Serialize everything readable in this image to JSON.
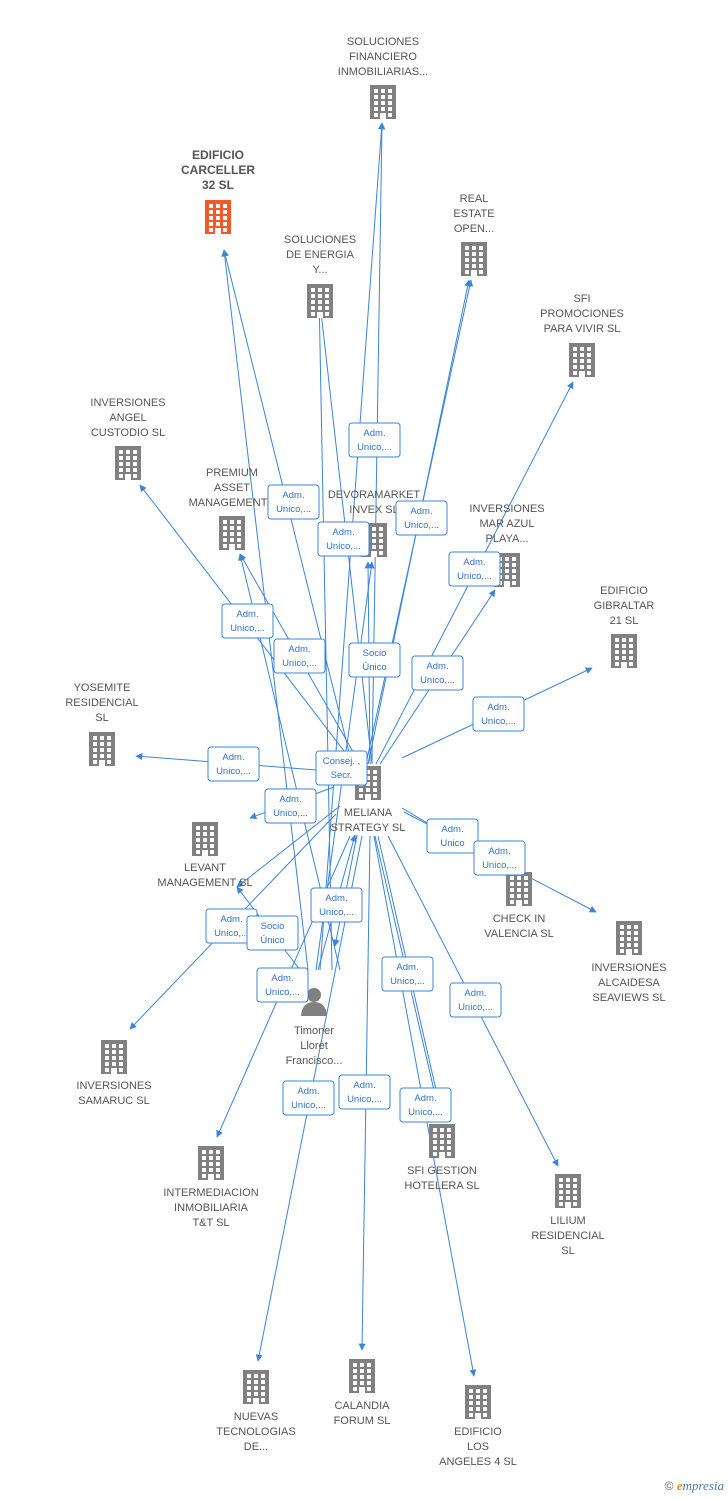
{
  "colors": {
    "edge": "#3b84d8",
    "role_border": "#3b84d8",
    "role_text": "#2f73c9",
    "building": "#808080",
    "building_highlight": "#f2592a",
    "label": "#555555"
  },
  "nodes": [
    {
      "id": "soluciones-financiero",
      "icon": "building-icon",
      "lines": [
        "SOLUCIONES",
        "FINANCIERO",
        "INMOBILIARIAS..."
      ]
    },
    {
      "id": "edificio-carceller",
      "icon": "building-icon",
      "highlight": true,
      "lines": [
        "EDIFICIO",
        "CARCELLER",
        "32  SL"
      ]
    },
    {
      "id": "real-estate-open",
      "icon": "building-icon",
      "lines": [
        "REAL",
        "ESTATE",
        "OPEN..."
      ]
    },
    {
      "id": "soluciones-energia",
      "icon": "building-icon",
      "lines": [
        "SOLUCIONES",
        "DE ENERGIA",
        "Y..."
      ]
    },
    {
      "id": "sfi-promociones",
      "icon": "building-icon",
      "lines": [
        "SFI",
        "PROMOCIONES",
        "PARA VIVIR  SL"
      ]
    },
    {
      "id": "inversiones-angel",
      "icon": "building-icon",
      "lines": [
        "INVERSIONES",
        "ANGEL",
        "CUSTODIO  SL"
      ]
    },
    {
      "id": "premium-asset",
      "icon": "building-icon",
      "lines": [
        "PREMIUM",
        "ASSET",
        "MANAGEMENT..."
      ]
    },
    {
      "id": "devoramarket",
      "icon": "building-icon",
      "lines": [
        "DEVORAMARKET",
        "INVEX  SL"
      ]
    },
    {
      "id": "inversiones-mar-azul",
      "icon": "building-icon",
      "lines": [
        "INVERSIONES",
        "MAR AZUL",
        "PLAYA..."
      ]
    },
    {
      "id": "edificio-gibraltar",
      "icon": "building-icon",
      "lines": [
        "EDIFICIO",
        "GIBRALTAR",
        "21  SL"
      ]
    },
    {
      "id": "yosemite",
      "icon": "building-icon",
      "lines": [
        "YOSEMITE",
        "RESIDENCIAL",
        "SL"
      ]
    },
    {
      "id": "meliana",
      "icon": "building-icon",
      "lines": [
        "MELIANA",
        "STRATEGY SL"
      ]
    },
    {
      "id": "levant",
      "icon": "building-icon",
      "lines": [
        "LEVANT",
        "MANAGEMENT SL"
      ]
    },
    {
      "id": "check-in",
      "icon": "building-icon",
      "lines": [
        "CHECK IN",
        "VALENCIA  SL"
      ]
    },
    {
      "id": "inversiones-alcaidesa",
      "icon": "building-icon",
      "lines": [
        "INVERSIONES",
        "ALCAIDESA",
        "SEAVIEWS  SL"
      ]
    },
    {
      "id": "timoner",
      "icon": "person-icon",
      "lines": [
        "Timoner",
        "Lloret",
        "Francisco..."
      ]
    },
    {
      "id": "inversiones-samaruc",
      "icon": "building-icon",
      "lines": [
        "INVERSIONES",
        "SAMARUC  SL"
      ]
    },
    {
      "id": "intermediacion",
      "icon": "building-icon",
      "lines": [
        "INTERMEDIACION",
        "INMOBILIARIA",
        "T&T  SL"
      ]
    },
    {
      "id": "sfi-gestion",
      "icon": "building-icon",
      "lines": [
        "SFI GESTION",
        "HOTELERA  SL"
      ]
    },
    {
      "id": "lilium",
      "icon": "building-icon",
      "lines": [
        "LILIUM",
        "RESIDENCIAL",
        "SL"
      ]
    },
    {
      "id": "nuevas-tecnologias",
      "icon": "building-icon",
      "lines": [
        "NUEVAS",
        "TECNOLOGIAS",
        "DE..."
      ]
    },
    {
      "id": "calandia",
      "icon": "building-icon",
      "lines": [
        "CALANDIA",
        "FORUM  SL"
      ]
    },
    {
      "id": "edificio-los-angeles",
      "icon": "building-icon",
      "lines": [
        "EDIFICIO",
        "LOS",
        "ANGELES 4  SL"
      ]
    }
  ],
  "roles": [
    {
      "id": "r-sol-fin",
      "lines": [
        "Adm.",
        "Unico,..."
      ]
    },
    {
      "id": "r-carceller",
      "lines": [
        "Adm.",
        "Unico,..."
      ]
    },
    {
      "id": "r-devora",
      "lines": [
        "Adm.",
        "Unico,..."
      ]
    },
    {
      "id": "r-real-estate",
      "lines": [
        "Adm.",
        "Unico,..."
      ]
    },
    {
      "id": "r-mar-azul",
      "lines": [
        "Adm.",
        "Unico,..."
      ]
    },
    {
      "id": "r-angel",
      "lines": [
        "Adm.",
        "Unico,..."
      ]
    },
    {
      "id": "r-premium",
      "lines": [
        "Adm.",
        "Unico,..."
      ]
    },
    {
      "id": "r-socio-devora",
      "lines": [
        "Socio",
        "Único"
      ]
    },
    {
      "id": "r-sfi-prom",
      "lines": [
        "Adm.",
        "Unico,..."
      ]
    },
    {
      "id": "r-gibraltar",
      "lines": [
        "Adm.",
        "Unico,..."
      ]
    },
    {
      "id": "r-yosemite",
      "lines": [
        "Adm.",
        "Unico,..."
      ]
    },
    {
      "id": "r-consej",
      "lines": [
        "Consej. ,",
        "Secr."
      ]
    },
    {
      "id": "r-levant",
      "lines": [
        "Adm.",
        "Unico,..."
      ]
    },
    {
      "id": "r-check-socio",
      "lines": [
        "Adm.",
        "Unico"
      ]
    },
    {
      "id": "r-check-adm",
      "lines": [
        "Adm.",
        "Unico,..."
      ]
    },
    {
      "id": "r-timoner-meliana",
      "lines": [
        "Adm.",
        "Unico,..."
      ]
    },
    {
      "id": "r-samaruc",
      "lines": [
        "Adm.",
        "Unico,..."
      ]
    },
    {
      "id": "r-socio-levant",
      "lines": [
        "Socio",
        "Único"
      ]
    },
    {
      "id": "r-intermediacion",
      "lines": [
        "Adm.",
        "Unico,..."
      ]
    },
    {
      "id": "r-sfi-gestion",
      "lines": [
        "Adm.",
        "Unico,..."
      ]
    },
    {
      "id": "r-lilium",
      "lines": [
        "Adm.",
        "Unico,..."
      ]
    },
    {
      "id": "r-nuevas",
      "lines": [
        "Adm.",
        "Unico,..."
      ]
    },
    {
      "id": "r-calandia",
      "lines": [
        "Adm.",
        "Unico,..."
      ]
    },
    {
      "id": "r-los-angeles",
      "lines": [
        "Adm.",
        "Unico,..."
      ]
    }
  ],
  "footer": {
    "copyright": "©",
    "brand_initial": "e",
    "brand_rest": "mpresia"
  }
}
